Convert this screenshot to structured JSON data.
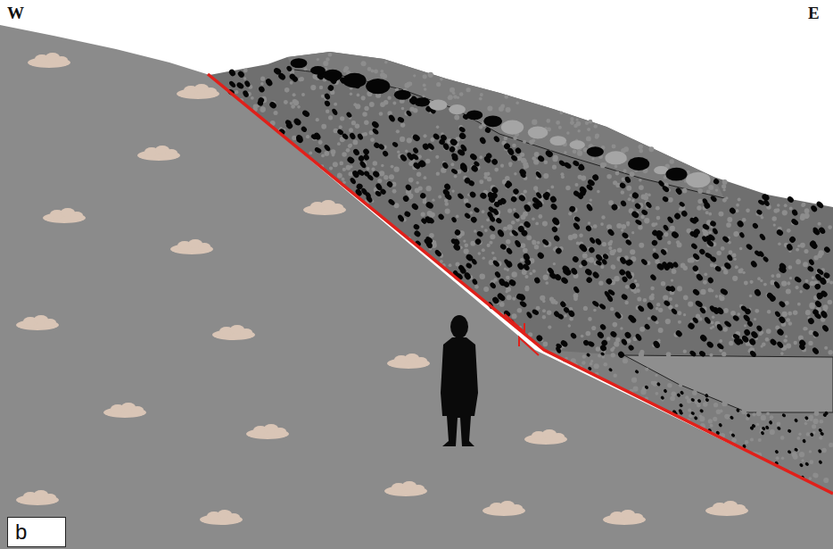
{
  "diagram": {
    "nodes": [
      {
        "text": [
          "b"
        ]
      }
    ],
    "labels": [
      "W",
      "E"
    ]
  }
}
